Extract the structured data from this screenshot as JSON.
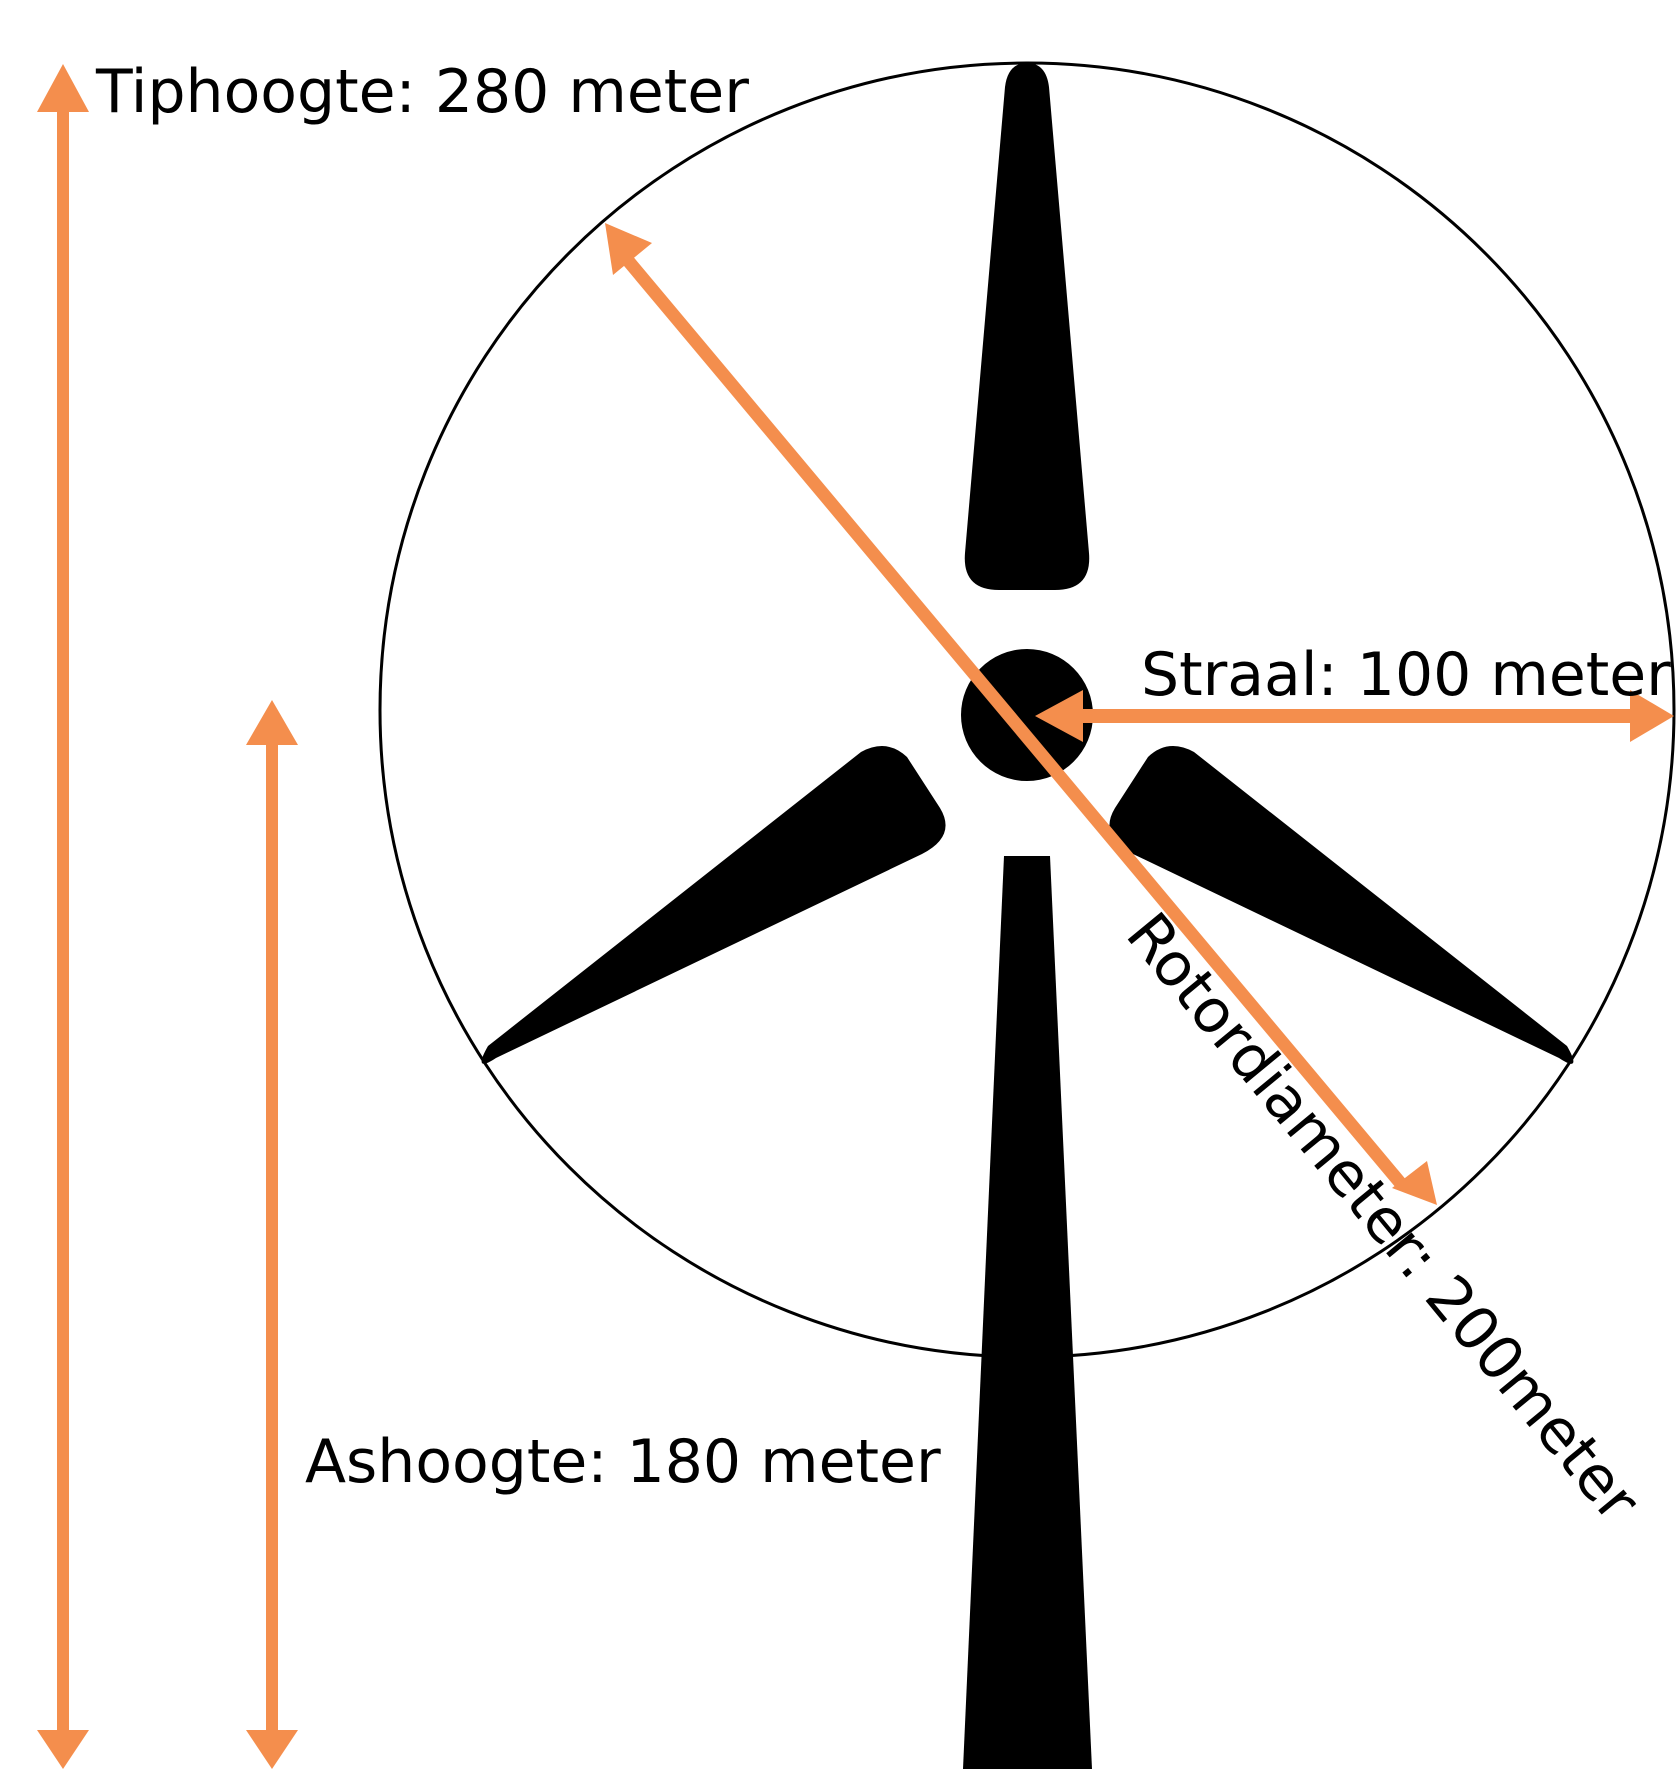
{
  "colors": {
    "accent": "#F48E4D",
    "turbine": "#000000",
    "background": "#FFFFFF"
  },
  "labels": {
    "tip_height": "Tiphoogte: 280 meter",
    "hub_height": "Ashoogte: 180 meter",
    "radius": "Straal: 100 meter",
    "rotor_diameter": "Rotordiameter: 200meter"
  }
}
